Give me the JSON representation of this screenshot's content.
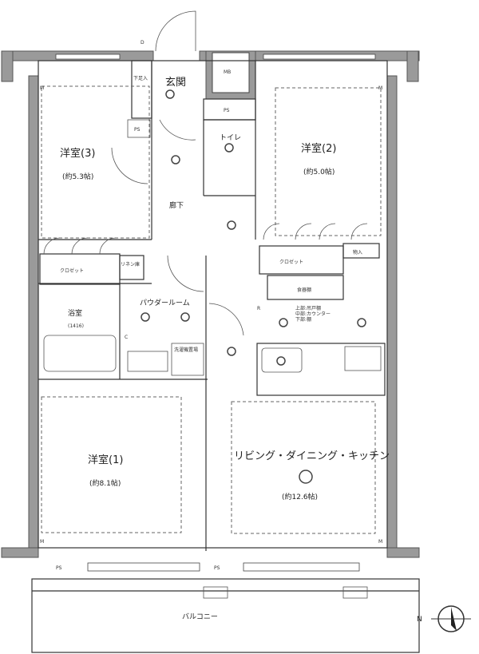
{
  "labels": {
    "entrance": "玄関",
    "shoe_storage": "下足入",
    "mb": "MB",
    "ps": "PS",
    "toilet": "トイレ",
    "hallway": "廊下",
    "room3_name": "洋室(3)",
    "room3_size": "(約5.3帖)",
    "room2_name": "洋室(2)",
    "room2_size": "(約5.0帖)",
    "closet": "クロゼット",
    "storage": "物入",
    "linen": "リネン庫",
    "powder_room": "パウダールーム",
    "bath_name": "浴室",
    "bath_size": "(1416)",
    "washer": "洗濯機置場",
    "cupboard": "食器棚",
    "cupboard_note_1": "上部:吊戸棚",
    "cupboard_note_2": "中部:カウンター",
    "cupboard_note_3": "下部:棚",
    "room1_name": "洋室(1)",
    "room1_size": "(約8.1帖)",
    "ldk_name": "リビング・ダイニング・キッチン",
    "ldk_size": "(約12.6帖)",
    "balcony": "バルコニー",
    "meter": "M",
    "door_d": "D",
    "r_mark": "R",
    "c_mark": "C",
    "north": "N"
  }
}
